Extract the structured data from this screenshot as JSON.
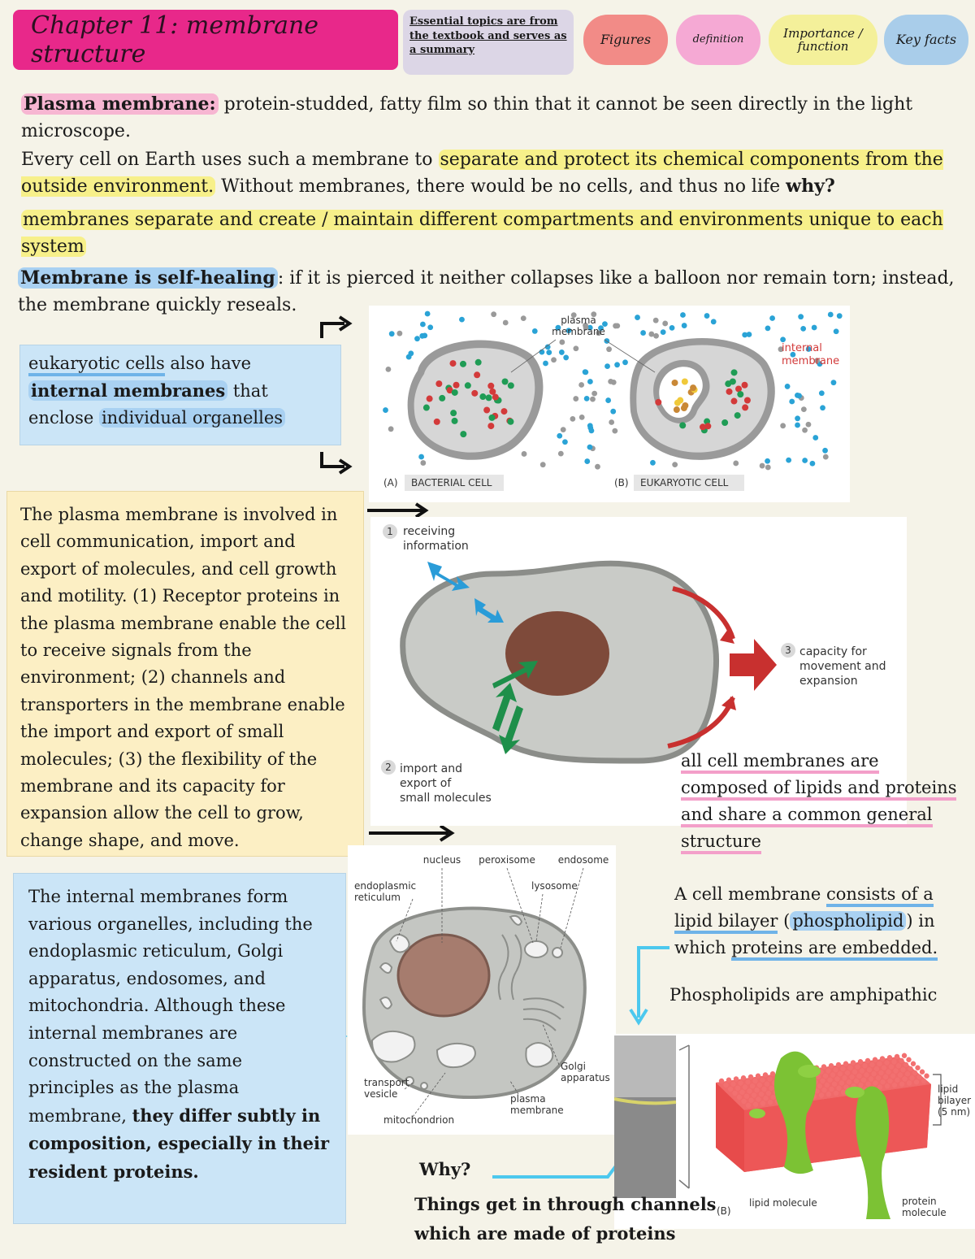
{
  "header": {
    "title": "Chapter 11: membrane structure",
    "summary": "Essential topics are from the textbook and serves as a summary",
    "legend": {
      "figures": "Figures",
      "definition": "definition",
      "importance": "Importance / function",
      "key_facts": "Key facts"
    }
  },
  "intro": {
    "pm_term": "Plasma membrane:",
    "pm_def": " protein-studded, fatty film so thin that it cannot be seen directly in the light microscope.",
    "every_a": "Every cell on Earth uses such a membrane to ",
    "every_hl": "separate and protect its chemical components from the outside environment.",
    "every_b": " Without membranes, there would be no cells, and thus no life ",
    "every_why": "why?",
    "compartments": "membranes separate and create / maintain different compartments and environments unique to each system",
    "self_term": "Membrane is self-healing",
    "self_def": ": if it is pierced it neither collapses like a balloon nor remain torn; instead, the membrane quickly reseals."
  },
  "eukaryotic": {
    "a": "eukaryotic cells",
    "b": " also have ",
    "c": "internal membranes",
    "d": " that enclose ",
    "e": "individual organelles"
  },
  "plasma_box": {
    "text": "The plasma membrane is involved in cell communication, import and export of molecules, and cell growth and motility. (1) Receptor proteins in the plasma membrane enable the cell to receive signals from the environment; (2) channels and transporters in the membrane enable the import and export of small molecules; (3) the flexibility of the membrane and its capacity for expansion allow the cell to grow, change shape, and move."
  },
  "internal_box": {
    "text": "The internal membranes form various organelles, including the endoplasmic reticulum, Golgi apparatus, endosomes, and mitochondria. Although these internal membranes are constructed on the same principles as the plasma membrane, ",
    "bold": "they differ subtly in composition, especially in their resident proteins."
  },
  "fig1": {
    "plasma_membrane": "plasma membrane",
    "internal_membrane": "internal membrane",
    "a": "(A)",
    "bacterial": "BACTERIAL CELL",
    "b": "(B)",
    "eukaryotic": "EUKARYOTIC CELL"
  },
  "fig2": {
    "n1": "1",
    "receiving": "receiving information",
    "n2": "2",
    "import": "import and export of small molecules",
    "n3": "3",
    "capacity": "capacity for movement and expansion"
  },
  "fig3": {
    "nucleus": "nucleus",
    "peroxisome": "peroxisome",
    "endosome": "endosome",
    "er": "endoplasmic reticulum",
    "lysosome": "lysosome",
    "golgi": "Golgi apparatus",
    "transport": "transport vesicle",
    "plasma": "plasma membrane",
    "mito": "mitochondrion"
  },
  "fig4": {
    "bilayer": "lipid bilayer (5 nm)",
    "lipid": "lipid molecule",
    "protein": "protein molecule",
    "b": "(B)"
  },
  "right": {
    "all": "all cell membranes are composed of lipids and proteins and share a common general structure",
    "bil_a": "A cell membrane ",
    "bil_b": "consists of a lipid bilayer",
    "bil_c": " (",
    "bil_d": "phospholipid",
    "bil_e": ") in which ",
    "bil_f": "proteins are embedded.",
    "amph": "Phospholipids are amphipathic",
    "why": "Why?",
    "channels": "Things get in through channels which are made of proteins"
  },
  "colors": {
    "title": "#e8288a",
    "figures": "#f28b87",
    "definition": "#f5a9d4",
    "importance": "#f4f09a",
    "key": "#a9cdea"
  }
}
